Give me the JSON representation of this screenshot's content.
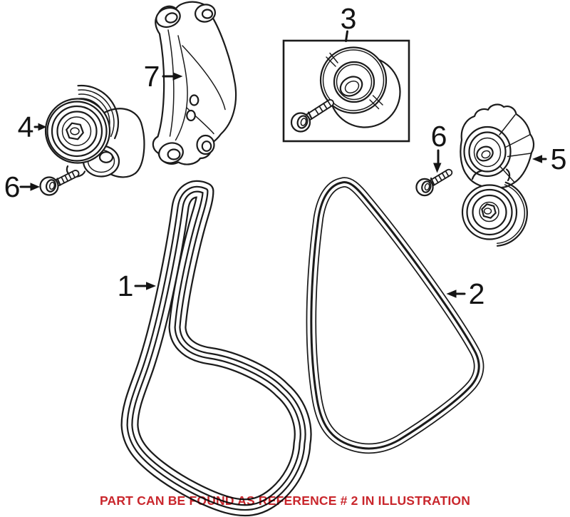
{
  "diagram": {
    "background": "#ffffff",
    "line_color": "#1b1b1b",
    "note": {
      "text": "PART CAN BE FOUND AS REFERENCE # 2 IN ILLUSTRATION",
      "color": "#c9262c"
    },
    "labels": {
      "ref1": "1",
      "ref2": "2",
      "ref3": "3",
      "ref4": "4",
      "ref5": "5",
      "ref6_left": "6",
      "ref6_right": "6",
      "ref7": "7"
    }
  }
}
